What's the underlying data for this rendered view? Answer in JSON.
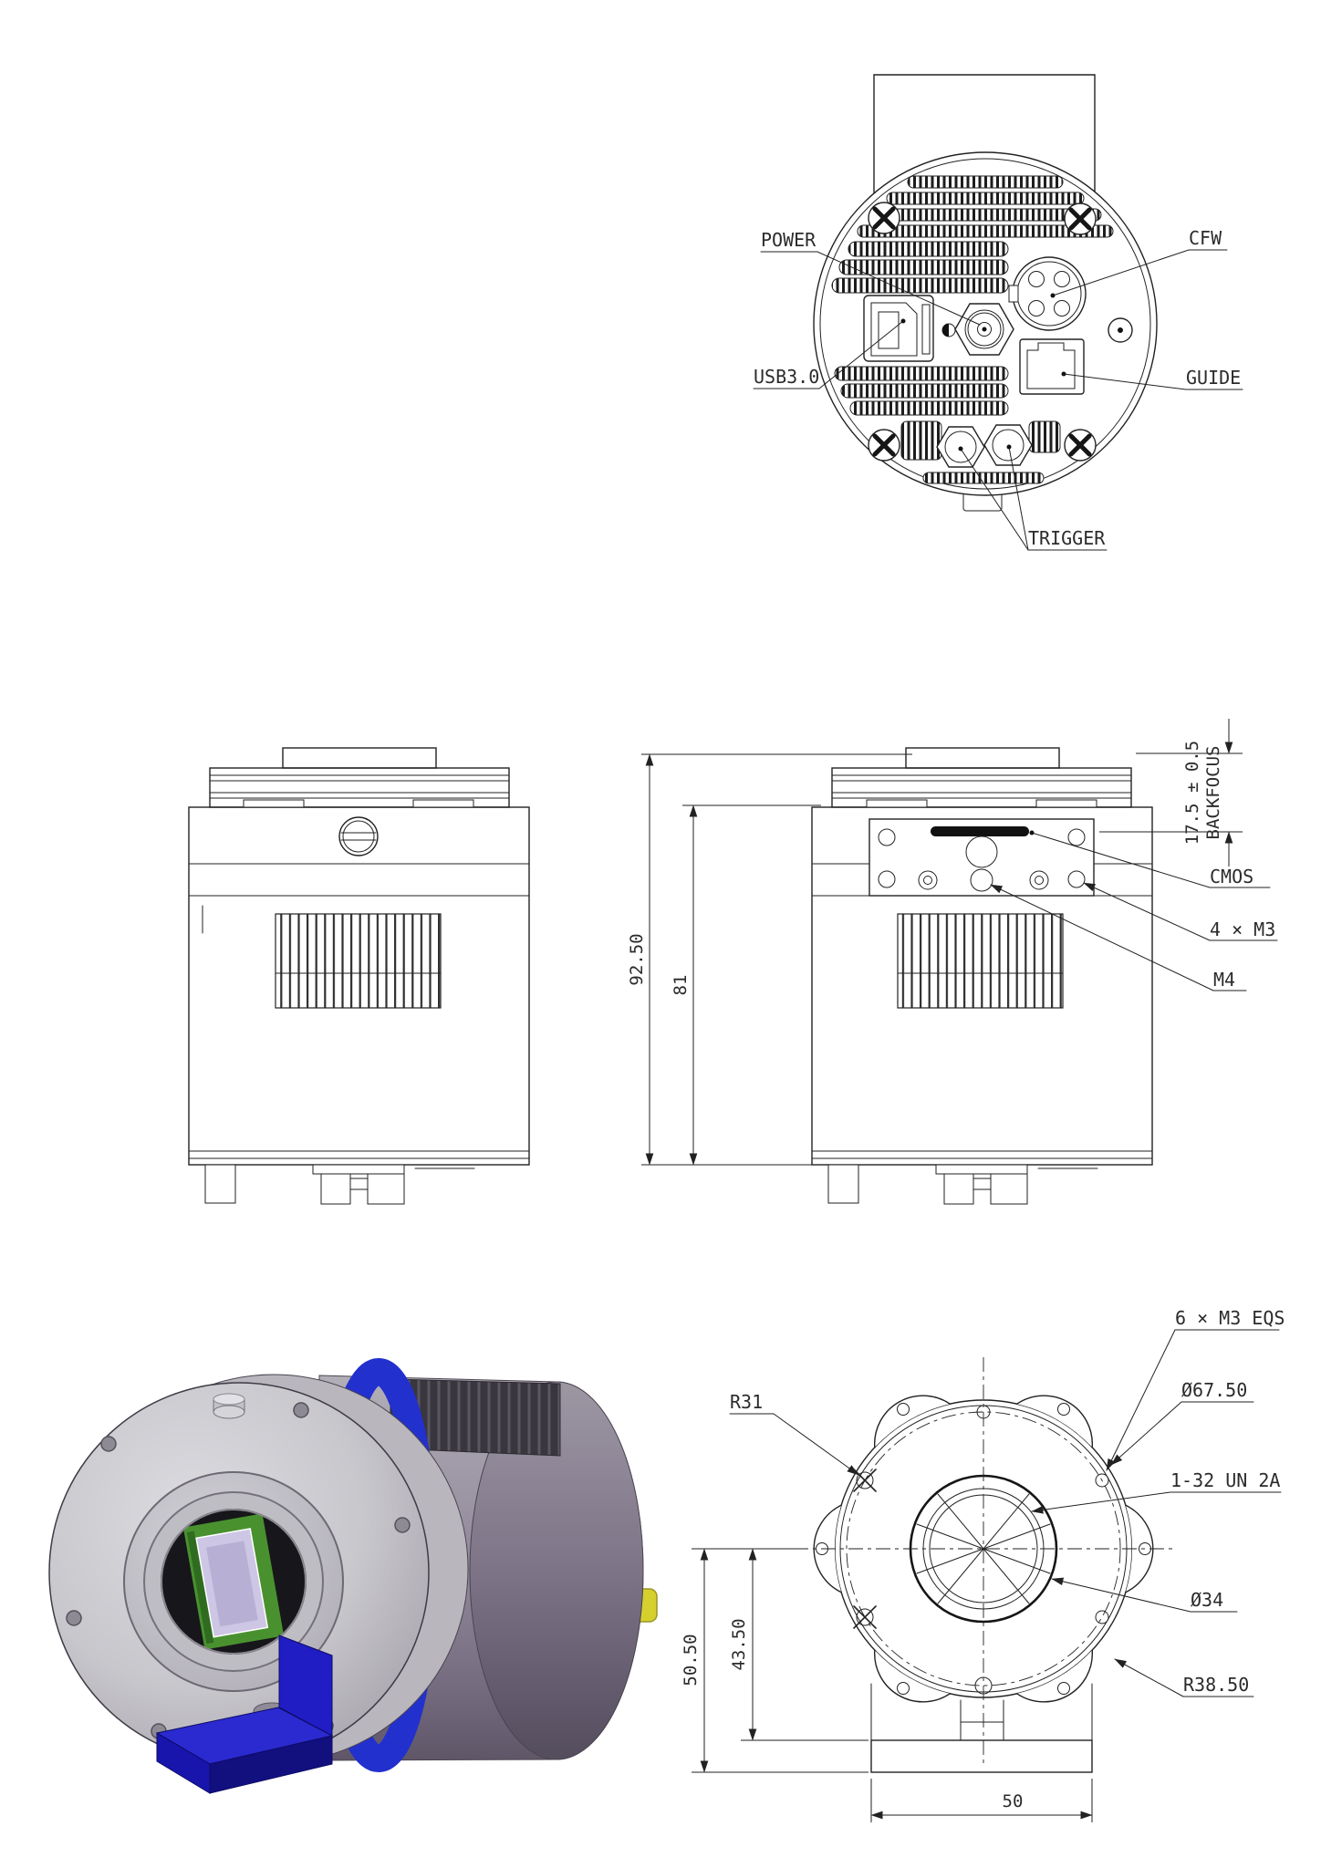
{
  "rear_view": {
    "power": "POWER",
    "usb": "USB3.0",
    "cfw": "CFW",
    "guide": "GUIDE",
    "trigger": "TRIGGER"
  },
  "side_view": {
    "total_height": "92.50",
    "body_height": "81",
    "backfocus": "17.5 ± 0.5",
    "backfocus_label": "BACKFOCUS",
    "cmos": "CMOS",
    "four_m3": "4 × M3",
    "m4": "M4"
  },
  "front_view": {
    "six_m3_eqs": "6 × M3 EQS",
    "r31": "R31",
    "dia_6750": "Ø67.50",
    "thread": "1-32 UN 2A",
    "dia_34": "Ø34",
    "r_3850": "R38.50",
    "height_full": "50.50",
    "height_to_base": "43.50",
    "base_width": "50"
  },
  "colors": {
    "line": "#222222",
    "accent_blue": "#2230cd",
    "base_blue_top": "#2b2ad0",
    "base_blue_front": "#1815ad",
    "base_blue_side": "#12107f",
    "base_blue_plate": "#201dc4",
    "sensor_green": "#49912f",
    "sensor_glass": "#cdc6e4",
    "connector_yellow": "#d6d02e",
    "fins_dark": "#39363e",
    "body_gray": "#8d8496",
    "face_gray": "#c8c7cc"
  }
}
